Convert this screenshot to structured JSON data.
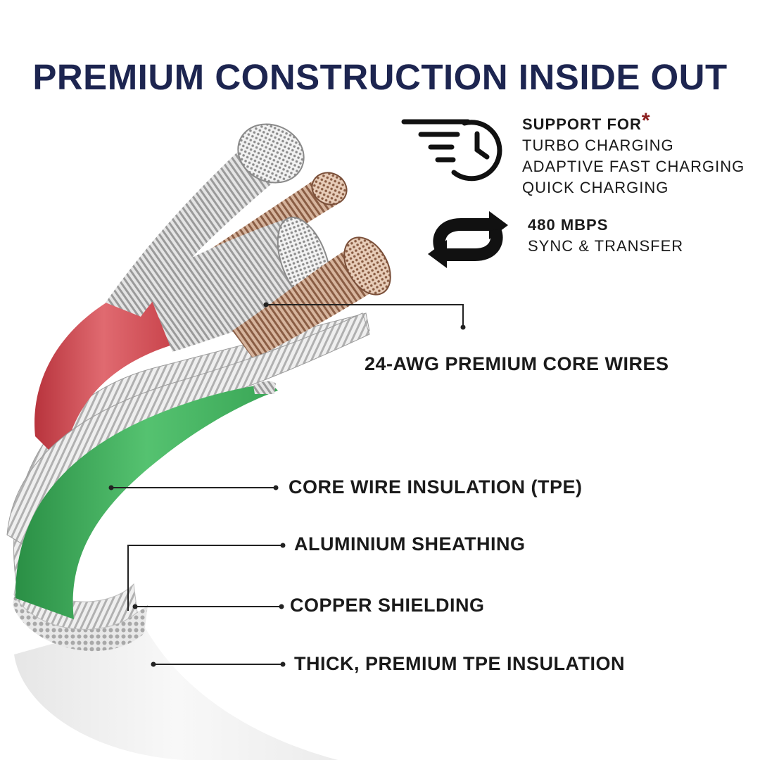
{
  "title": "PREMIUM CONSTRUCTION INSIDE OUT",
  "charging": {
    "heading": "SUPPORT FOR",
    "asterisk": "*",
    "lines": [
      "TURBO CHARGING",
      "ADAPTIVE FAST CHARGING",
      "QUICK CHARGING"
    ]
  },
  "sync": {
    "speed": "480 MBPS",
    "label": "SYNC & TRANSFER"
  },
  "callouts": {
    "core_wires": "24-AWG PREMIUM CORE WIRES",
    "core_insulation": "CORE WIRE INSULATION (TPE)",
    "aluminium": "ALUMINIUM SHEATHING",
    "copper": "COPPER SHIELDING",
    "outer": "THICK, PREMIUM TPE INSULATION"
  },
  "colors": {
    "title": "#1d2550",
    "red_insulation": "#d9535a",
    "green_insulation": "#3fae5a",
    "copper": "#a9785c",
    "silver": "#c9c9c9"
  }
}
